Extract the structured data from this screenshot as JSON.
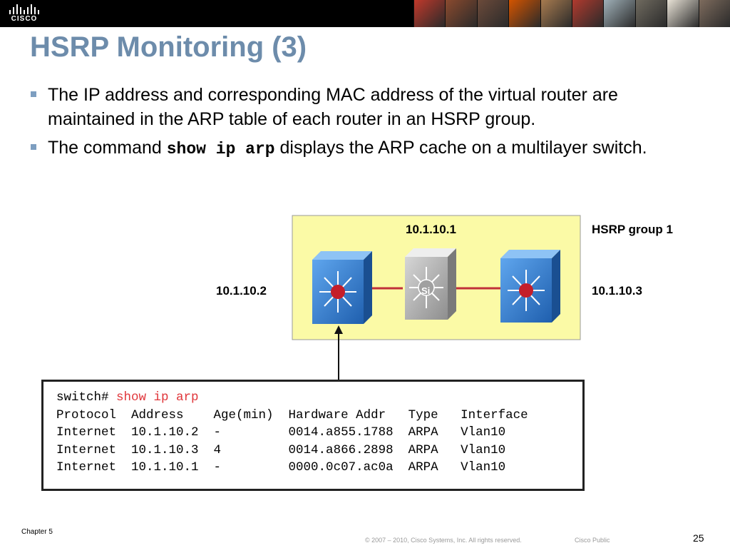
{
  "header": {
    "logo_text": "CISCO",
    "photo_colors": [
      "#c0392b",
      "#8a4a2e",
      "#6b4a3a",
      "#d35400",
      "#a77b4f",
      "#b03a2e",
      "#9fb0b8",
      "#6f6a5f",
      "#e8e2d6",
      "#7d6b5d"
    ]
  },
  "slide": {
    "title": "HSRP Monitoring (3)",
    "bullets": {
      "b1": "The IP address and corresponding MAC address of the virtual router are maintained in the ARP table of each router in an HSRP group.",
      "b2_pre": "The command ",
      "b2_cmd": "show ip arp",
      "b2_post": " displays the ARP cache on a multilayer switch."
    }
  },
  "diagram": {
    "virtual_ip": "10.1.10.1",
    "group_label": "HSRP group 1",
    "left_ip": "10.1.10.2",
    "right_ip": "10.1.10.3",
    "virtual_switch_label": "Si",
    "colors": {
      "group_fill": "#fbfaa6",
      "switch_blue": "#3b7fcf",
      "switch_gray": "#b8b8b8",
      "link": "#c0303a",
      "hub": "#c41e2a"
    }
  },
  "terminal": {
    "prompt": "switch# ",
    "command": "show ip arp",
    "header": "Protocol  Address    Age(min)  Hardware Addr   Type   Interface",
    "rows": [
      "Internet  10.1.10.2  -         0014.a855.1788  ARPA   Vlan10",
      "Internet  10.1.10.3  4         0014.a866.2898  ARPA   Vlan10",
      "Internet  10.1.10.1  -         0000.0c07.ac0a  ARPA   Vlan10"
    ]
  },
  "footer": {
    "chapter": "Chapter 5",
    "copyright": "© 2007 – 2010, Cisco Systems, Inc. All rights reserved.",
    "classification": "Cisco Public",
    "page": "25"
  }
}
